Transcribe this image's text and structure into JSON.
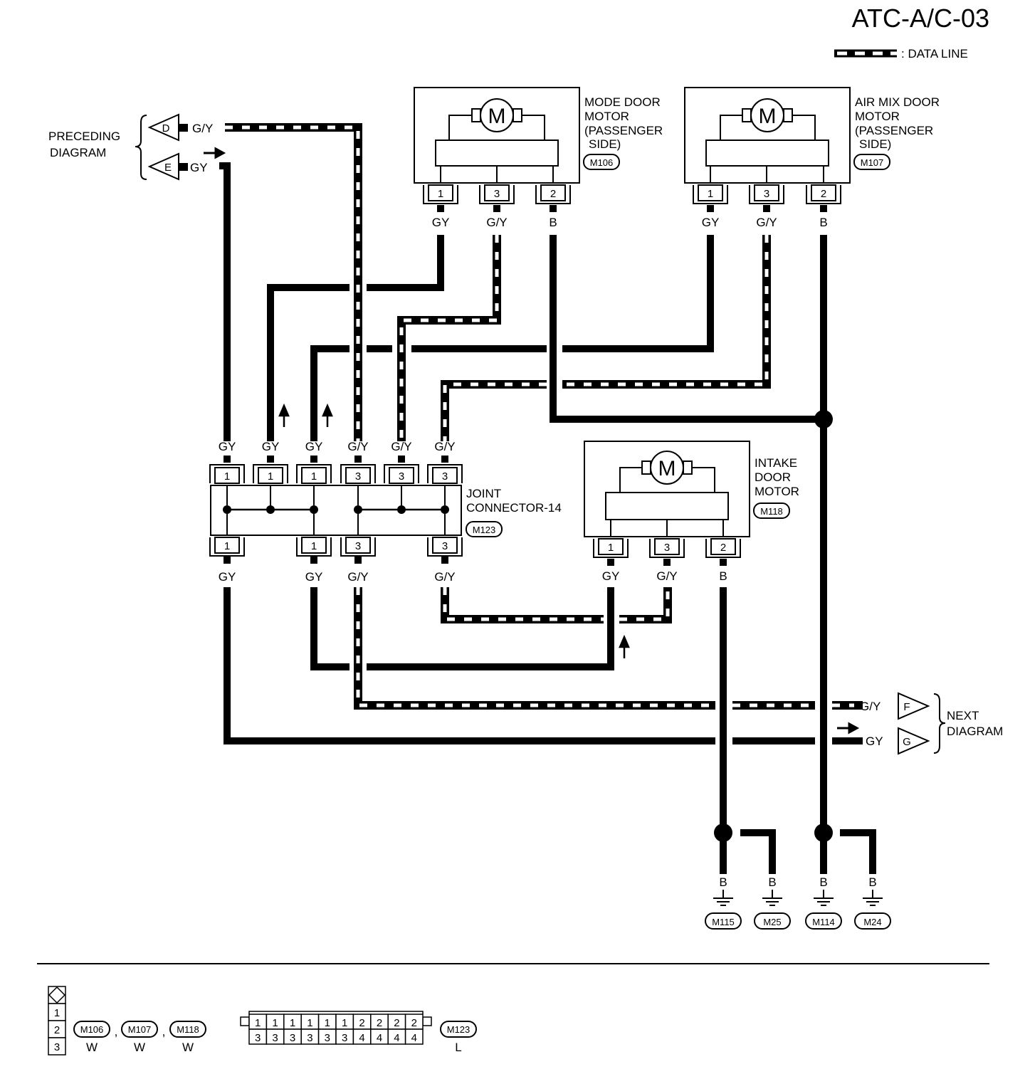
{
  "title": "ATC-A/C-03",
  "legend": {
    "data_line": ": DATA LINE"
  },
  "preceding": {
    "label_1": "PRECEDING",
    "label_2": "DIAGRAM",
    "conn_d": "D",
    "conn_e": "E",
    "wire_d": "G/Y",
    "wire_e": "GY"
  },
  "next": {
    "label_1": "NEXT",
    "label_2": "DIAGRAM",
    "conn_f": "F",
    "conn_g": "G",
    "wire_f": "G/Y",
    "wire_g": "GY"
  },
  "motor_symbol": "M",
  "mode_door": {
    "name_1": "MODE DOOR",
    "name_2": "MOTOR",
    "name_3": "(PASSENGER",
    "name_4": "SIDE)",
    "code": "M106",
    "pins": [
      "1",
      "3",
      "2"
    ],
    "wires": [
      "GY",
      "G/Y",
      "B"
    ]
  },
  "air_mix_door": {
    "name_1": "AIR MIX DOOR",
    "name_2": "MOTOR",
    "name_3": "(PASSENGER",
    "name_4": "SIDE)",
    "code": "M107",
    "pins": [
      "1",
      "3",
      "2"
    ],
    "wires": [
      "GY",
      "G/Y",
      "B"
    ]
  },
  "intake_door": {
    "name_1": "INTAKE",
    "name_2": "DOOR",
    "name_3": "MOTOR",
    "code": "M118",
    "pins": [
      "1",
      "3",
      "2"
    ],
    "wires": [
      "GY",
      "G/Y",
      "B"
    ]
  },
  "joint_connector": {
    "name_1": "JOINT",
    "name_2": "CONNECTOR-14",
    "code": "M123",
    "top_pins": [
      "1",
      "1",
      "1",
      "3",
      "3",
      "3"
    ],
    "top_wires": [
      "GY",
      "GY",
      "GY",
      "G/Y",
      "G/Y",
      "G/Y"
    ],
    "bottom_pins": [
      "1",
      "1",
      "3",
      "3"
    ],
    "bottom_wires": [
      "GY",
      "GY",
      "G/Y",
      "G/Y"
    ]
  },
  "grounds": [
    {
      "wire": "B",
      "code": "M115"
    },
    {
      "wire": "B",
      "code": "M25"
    },
    {
      "wire": "B",
      "code": "M114"
    },
    {
      "wire": "B",
      "code": "M24"
    }
  ],
  "connector_info": {
    "small_pins": [
      "1",
      "2",
      "3"
    ],
    "small_codes": [
      "M106",
      "M107",
      "M118"
    ],
    "small_sep": ",",
    "small_colors": [
      "W",
      "W",
      "W"
    ],
    "large_row_1": [
      "1",
      "1",
      "1",
      "1",
      "1",
      "1",
      "2",
      "2",
      "2",
      "2"
    ],
    "large_row_2": [
      "3",
      "3",
      "3",
      "3",
      "3",
      "3",
      "4",
      "4",
      "4",
      "4"
    ],
    "large_code": "M123",
    "large_color": "L"
  }
}
